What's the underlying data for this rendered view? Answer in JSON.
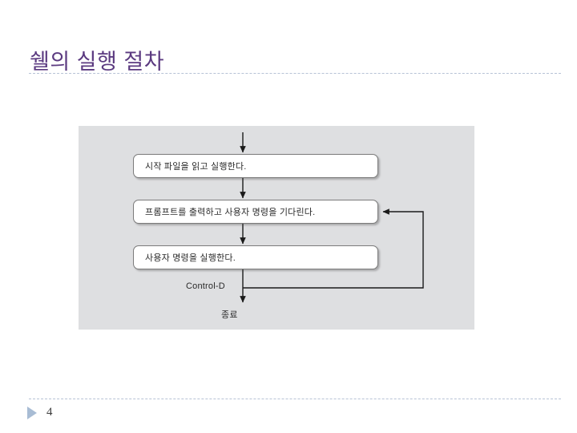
{
  "slide": {
    "title": "쉘의 실행 절차",
    "page_number": "4",
    "title_color": "#5b3a80",
    "rule_color": "#b7c3d6",
    "marker_color": "#a8bcd4",
    "background": "#ffffff"
  },
  "diagram": {
    "panel_background": "#dedfe1",
    "box_fill": "#ffffff",
    "box_border": "#7b7b7b",
    "connector_color": "#1a1a1a",
    "type": "flowchart",
    "boxes": [
      {
        "id": "read-startup-file",
        "label": "시작 파일을 읽고 실행한다."
      },
      {
        "id": "print-prompt-wait",
        "label": "프롬프트를 출력하고 사용자 명령을 기다린다."
      },
      {
        "id": "execute-command",
        "label": "사용자 명령을 실행한다."
      }
    ],
    "edge_labels": [
      {
        "id": "control-d",
        "label": "Control-D"
      },
      {
        "id": "terminate",
        "label": "종료"
      }
    ],
    "flow": [
      {
        "from": "start",
        "to": "read-startup-file"
      },
      {
        "from": "read-startup-file",
        "to": "print-prompt-wait"
      },
      {
        "from": "print-prompt-wait",
        "to": "execute-command"
      },
      {
        "from": "execute-command",
        "to": "print-prompt-wait",
        "kind": "loop-back"
      },
      {
        "from": "execute-command",
        "to": "terminate",
        "label": "Control-D"
      }
    ]
  }
}
